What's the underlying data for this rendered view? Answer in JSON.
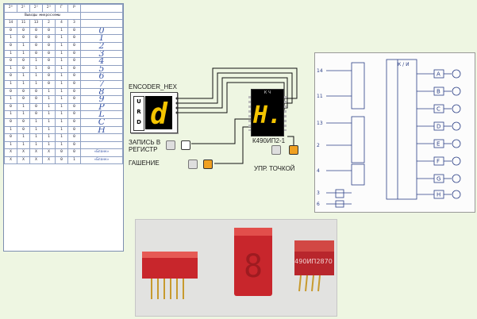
{
  "truth_table": {
    "header_row": [
      "2⁰",
      "2¹",
      "2²",
      "2³",
      "Г",
      "Р"
    ],
    "caption": "Выводы микросхемы",
    "pin_row": [
      "14",
      "11",
      "13",
      "2",
      "4",
      "3"
    ],
    "rows": [
      {
        "cells": [
          "0",
          "0",
          "0",
          "0",
          "1",
          "0"
        ],
        "glyph": "0"
      },
      {
        "cells": [
          "1",
          "0",
          "0",
          "0",
          "1",
          "0"
        ],
        "glyph": "1"
      },
      {
        "cells": [
          "0",
          "1",
          "0",
          "0",
          "1",
          "0"
        ],
        "glyph": "2"
      },
      {
        "cells": [
          "1",
          "1",
          "0",
          "0",
          "1",
          "0"
        ],
        "glyph": "3"
      },
      {
        "cells": [
          "0",
          "0",
          "1",
          "0",
          "1",
          "0"
        ],
        "glyph": "4"
      },
      {
        "cells": [
          "1",
          "0",
          "1",
          "0",
          "1",
          "0"
        ],
        "glyph": "5"
      },
      {
        "cells": [
          "0",
          "1",
          "1",
          "0",
          "1",
          "0"
        ],
        "glyph": "6"
      },
      {
        "cells": [
          "1",
          "1",
          "1",
          "0",
          "1",
          "0"
        ],
        "glyph": "7"
      },
      {
        "cells": [
          "0",
          "0",
          "0",
          "1",
          "1",
          "0"
        ],
        "glyph": "8"
      },
      {
        "cells": [
          "1",
          "0",
          "0",
          "1",
          "1",
          "0"
        ],
        "glyph": "9"
      },
      {
        "cells": [
          "0",
          "1",
          "0",
          "1",
          "1",
          "0"
        ],
        "glyph": "P"
      },
      {
        "cells": [
          "1",
          "1",
          "0",
          "1",
          "1",
          "0"
        ],
        "glyph": "L"
      },
      {
        "cells": [
          "0",
          "0",
          "1",
          "1",
          "1",
          "0"
        ],
        "glyph": "C"
      },
      {
        "cells": [
          "1",
          "0",
          "1",
          "1",
          "1",
          "0"
        ],
        "glyph": "H"
      },
      {
        "cells": [
          "0",
          "1",
          "1",
          "1",
          "1",
          "0"
        ],
        "glyph": ""
      },
      {
        "cells": [
          "1",
          "1",
          "1",
          "1",
          "1",
          "0"
        ],
        "glyph": ""
      },
      {
        "cells": [
          "X",
          "X",
          "X",
          "X",
          "0",
          "0"
        ],
        "glyph": "«Бланк»"
      },
      {
        "cells": [
          "X",
          "X",
          "X",
          "X",
          "0",
          "1"
        ],
        "glyph": "«Бланк»"
      }
    ]
  },
  "encoder": {
    "title": "ENCODER_HEX",
    "buttons": [
      "U",
      "R",
      "D"
    ],
    "display_char": "d"
  },
  "chip": {
    "top_label": "К Ч",
    "display_char": "H.",
    "name": "К490ИП2-1"
  },
  "controls": {
    "write_label": "ЗАПИСЬ В РЕГИСТР",
    "blank_label": "ГАШЕНИЕ",
    "dot_label": "УПР. ТОЧКОЙ"
  },
  "schematic": {
    "header": "К / И",
    "input_labels": [
      "14",
      "11",
      "13",
      "2",
      "4",
      "3",
      "6"
    ],
    "output_labels": [
      "A",
      "B",
      "C",
      "D",
      "E",
      "F",
      "G",
      "H"
    ]
  },
  "photo": {
    "chip_marking": "490ИП2870"
  },
  "colors": {
    "segment_on": "#f4c400",
    "led_red": "#c8262c",
    "switch_on": "#f0a020"
  }
}
